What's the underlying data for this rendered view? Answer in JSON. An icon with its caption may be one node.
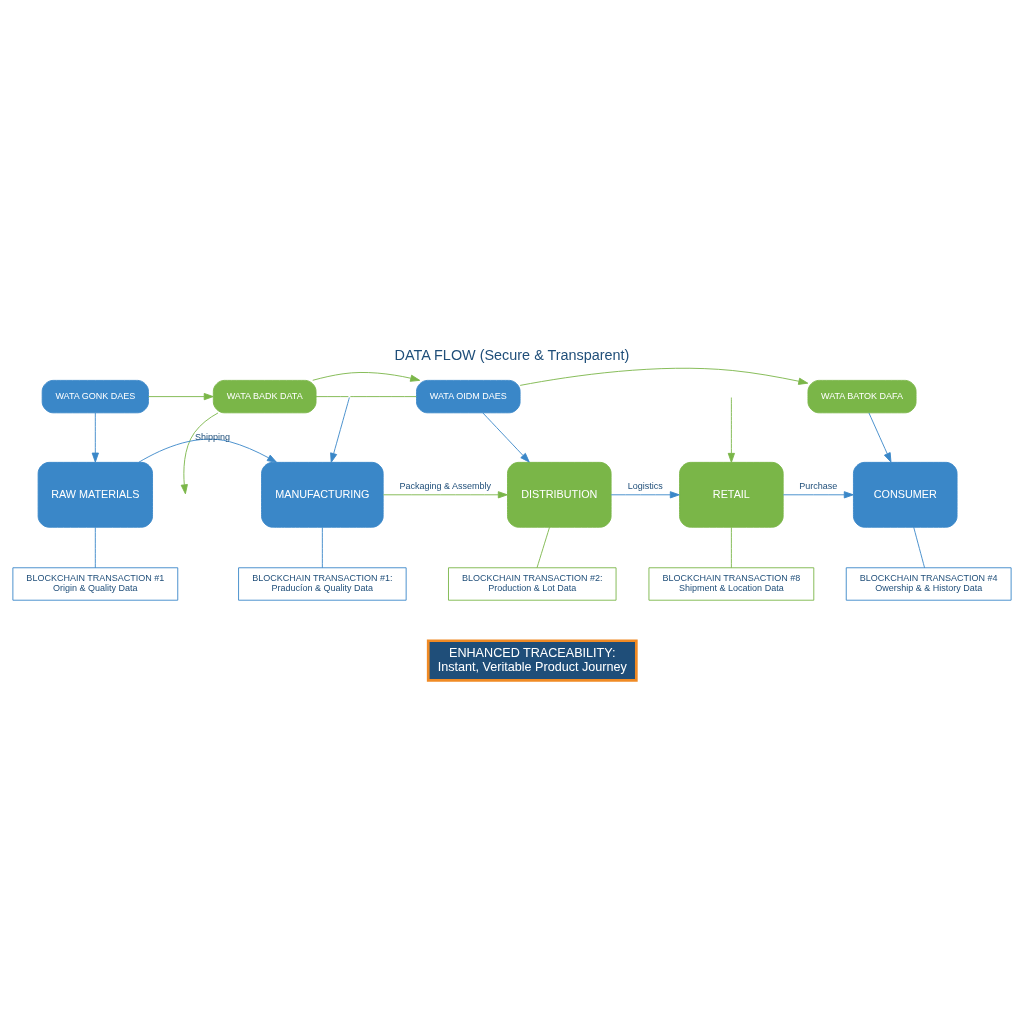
{
  "diagram": {
    "title": "DATA FLOW (Secure & Transparent)",
    "nodes": [
      {
        "text": [
          "WATA GONK DAES"
        ]
      },
      {
        "text": [
          "WATA BADK DATA"
        ]
      },
      {
        "text": [
          "WATA OIDM DAES"
        ]
      },
      {
        "text": [
          "WATA BATOK DAFA"
        ]
      },
      {
        "text": [
          "RAW MATERIALS"
        ]
      },
      {
        "text": [
          "MANUFACTURING"
        ]
      },
      {
        "text": [
          "DISTRIBUTION"
        ]
      },
      {
        "text": [
          "RETAIL"
        ]
      },
      {
        "text": [
          "CONSUMER"
        ]
      },
      {
        "text": [
          "BLOCKCHAIN TRANSACTION #1",
          "Origin & Quality Data"
        ]
      },
      {
        "text": [
          "BLOCKCHAIN TRANSACTION #1:",
          "Praducíon & Quality Data"
        ]
      },
      {
        "text": [
          "BLOCKCHAIN TRANSACTION #2:",
          "Production & Lot Data"
        ]
      },
      {
        "text": [
          "BLOCKCHAIN TRANSACTION #8",
          "Shipment & Location Data"
        ]
      },
      {
        "text": [
          "BLOCKCHAIN TRANSACTION #4",
          "Owership & & History Data"
        ]
      },
      {
        "text": [
          "ENHANCED TRACEABILITY:",
          "Instant, Veritable Product Journey"
        ]
      }
    ],
    "edges": [
      {
        "from": 0,
        "to": 1,
        "arrow": "to",
        "color": "#7ab648"
      },
      {
        "from": 1,
        "to": 2,
        "arrow": "to",
        "color": "#7ab648"
      },
      {
        "from": 1,
        "to": 2,
        "arrow": "none",
        "color": "#7ab648"
      },
      {
        "from": 1,
        "to": null,
        "arrow": "to",
        "color": "#7ab648"
      },
      {
        "from": 2,
        "to": 3,
        "arrow": "to",
        "color": "#7ab648"
      },
      {
        "from": 0,
        "to": 4,
        "arrow": "to"
      },
      {
        "from": null,
        "to": 5,
        "arrow": "to"
      },
      {
        "from": 2,
        "to": 6,
        "arrow": "to"
      },
      {
        "from": null,
        "to": 7,
        "arrow": "to",
        "color": "#7ab648"
      },
      {
        "from": 3,
        "to": 8,
        "arrow": "to"
      },
      {
        "from": 4,
        "to": 5,
        "label": "Shipping",
        "arrow": "to"
      },
      {
        "from": 5,
        "to": 6,
        "label": "Packaging & Assembly",
        "arrow": "to",
        "color": "#7ab648"
      },
      {
        "from": 6,
        "to": 7,
        "label": "Logistics",
        "arrow": "to"
      },
      {
        "from": 7,
        "to": 8,
        "label": "Purchase",
        "arrow": "to"
      },
      {
        "from": 4,
        "to": 9,
        "arrow": "none"
      },
      {
        "from": 5,
        "to": 10,
        "arrow": "none"
      },
      {
        "from": 6,
        "to": 11,
        "arrow": "none",
        "color": "#7ab648"
      },
      {
        "from": 7,
        "to": 12,
        "arrow": "none",
        "color": "#7ab648"
      },
      {
        "from": 8,
        "to": 13,
        "arrow": "none"
      }
    ]
  }
}
